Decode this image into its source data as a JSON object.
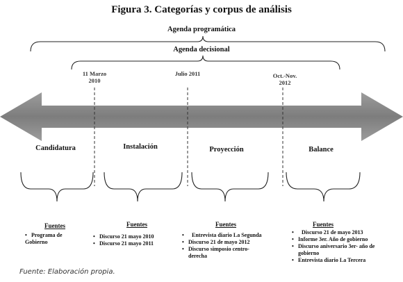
{
  "title": "Figura 3. Categorías y corpus de análisis",
  "agenda_programatica": "Agenda programática",
  "agenda_decisional": "Agenda decisional",
  "dates": [
    {
      "line1": "11 Marzo",
      "line2": "2010"
    },
    {
      "line1": "Julio 2011",
      "line2": ""
    },
    {
      "line1": "Oct.-Nov.",
      "line2": "2012"
    }
  ],
  "stages": [
    {
      "label": "Candidatura",
      "fuentes": "Fuentes",
      "sources": [
        "Programa de",
        "Gobierno"
      ],
      "first_bullet_only": true
    },
    {
      "label": "Instalación",
      "fuentes": "Fuentes",
      "sources": [
        "Discurso 21 mayo  2010",
        "Discurso 21 mayo  2011"
      ]
    },
    {
      "label": "Proyección",
      "fuentes": "Fuentes",
      "sources": [
        "Entrevista diario  La Segunda",
        "Discurso 21 de mayo  2012",
        "Discurso simposio  centro-",
        "derecha"
      ]
    },
    {
      "label": "Balance",
      "fuentes": "Fuentes",
      "sources": [
        "Discurso 21 de mayo  2013",
        "Informe 3er. Año de gobierno",
        "Discurso aniversario 3er- año de",
        "gobierno",
        "Entrevista diario La Tercera"
      ]
    }
  ],
  "footnote": "Fuente: Elaboración propia.",
  "colors": {
    "arrow": "#8a8a8a",
    "arrow_light": "#b5b5b5",
    "line": "#222222"
  }
}
